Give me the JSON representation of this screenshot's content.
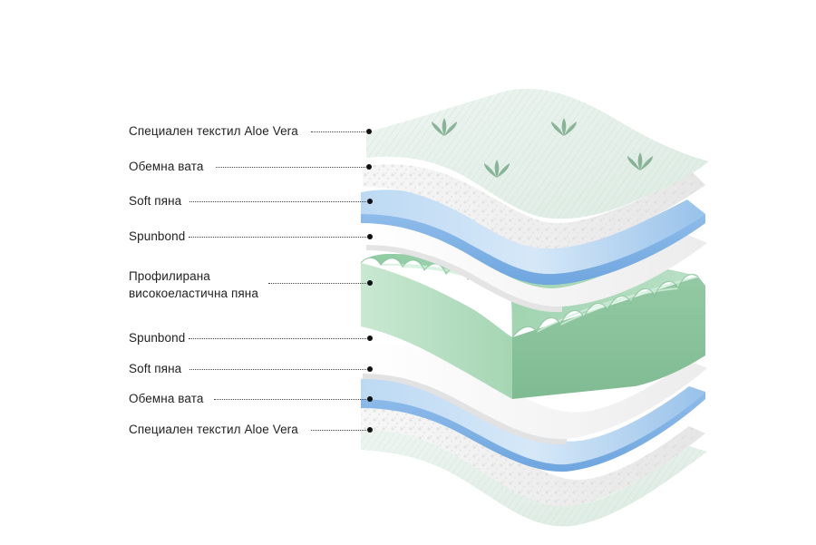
{
  "layers": [
    {
      "id": "top-aloe-textile",
      "label": "Специален текстил Aloe Vera"
    },
    {
      "id": "top-wadding",
      "label": "Обемна вата"
    },
    {
      "id": "top-soft-foam",
      "label": "Soft пяна"
    },
    {
      "id": "top-spunbond",
      "label": "Spunbond"
    },
    {
      "id": "profiled-foam",
      "label_line1": "Профилирана",
      "label_line2": "високоеластична пяна"
    },
    {
      "id": "bottom-spunbond",
      "label": "Spunbond"
    },
    {
      "id": "bottom-soft-foam",
      "label": "Soft пяна"
    },
    {
      "id": "bottom-wadding",
      "label": "Обемна вата"
    },
    {
      "id": "bottom-aloe-textile",
      "label": "Специален текстил Aloe Vera"
    }
  ],
  "textile_print": "Aloe Vera",
  "colors": {
    "aloe_textile": "#e4efe9",
    "aloe_print": "#6aa07d",
    "wadding": "#f2f2f2",
    "soft_foam": "#a9cdee",
    "spunbond": "#fbfbfb",
    "profiled_foam": "#a9d8b8",
    "label_text": "#222222",
    "leader": "#444444"
  }
}
